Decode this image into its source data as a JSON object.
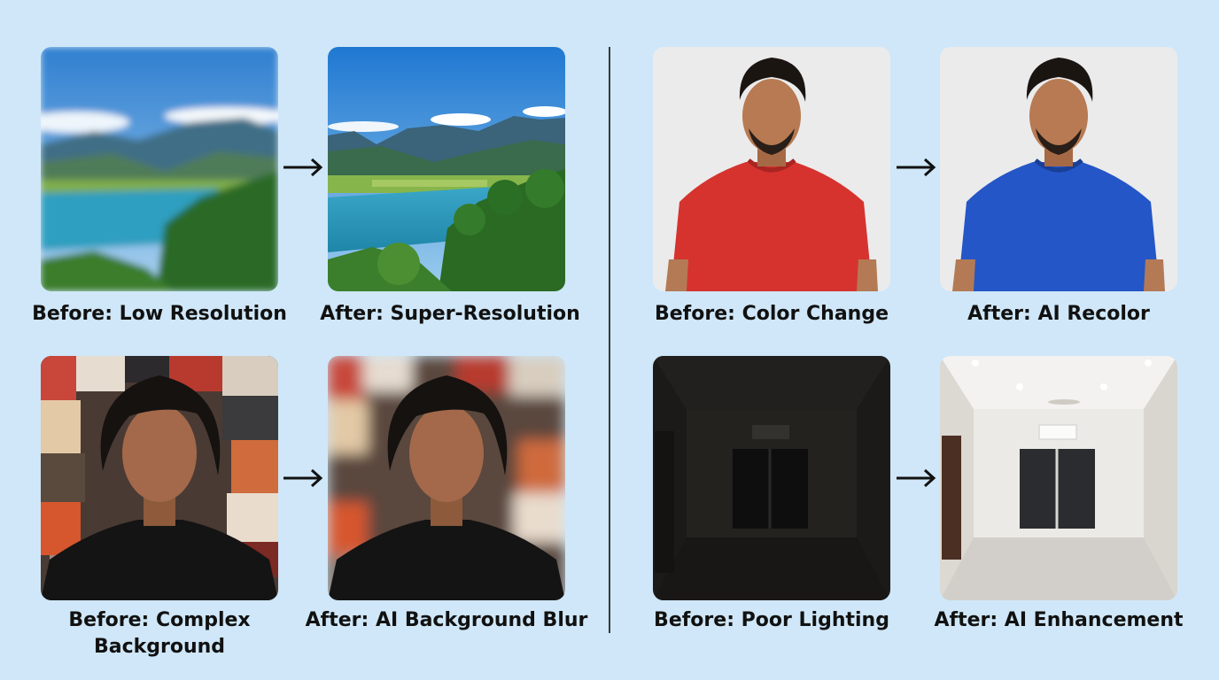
{
  "pairs": [
    {
      "before_caption": "Before: Low Resolution",
      "after_caption": "After: Super-Resolution"
    },
    {
      "before_caption": "Before: Color Change",
      "after_caption": "After: AI Recolor"
    },
    {
      "before_caption": "Before: Complex Background",
      "after_caption": "After: AI Background Blur"
    },
    {
      "before_caption": "Before: Poor Lighting",
      "after_caption": "After: AI Enhancement"
    }
  ],
  "colors": {
    "background": "#cfe7f8",
    "red_shirt": "#d6332e",
    "blue_shirt": "#2456c7"
  },
  "icons": [
    "arrow-right-icon"
  ]
}
